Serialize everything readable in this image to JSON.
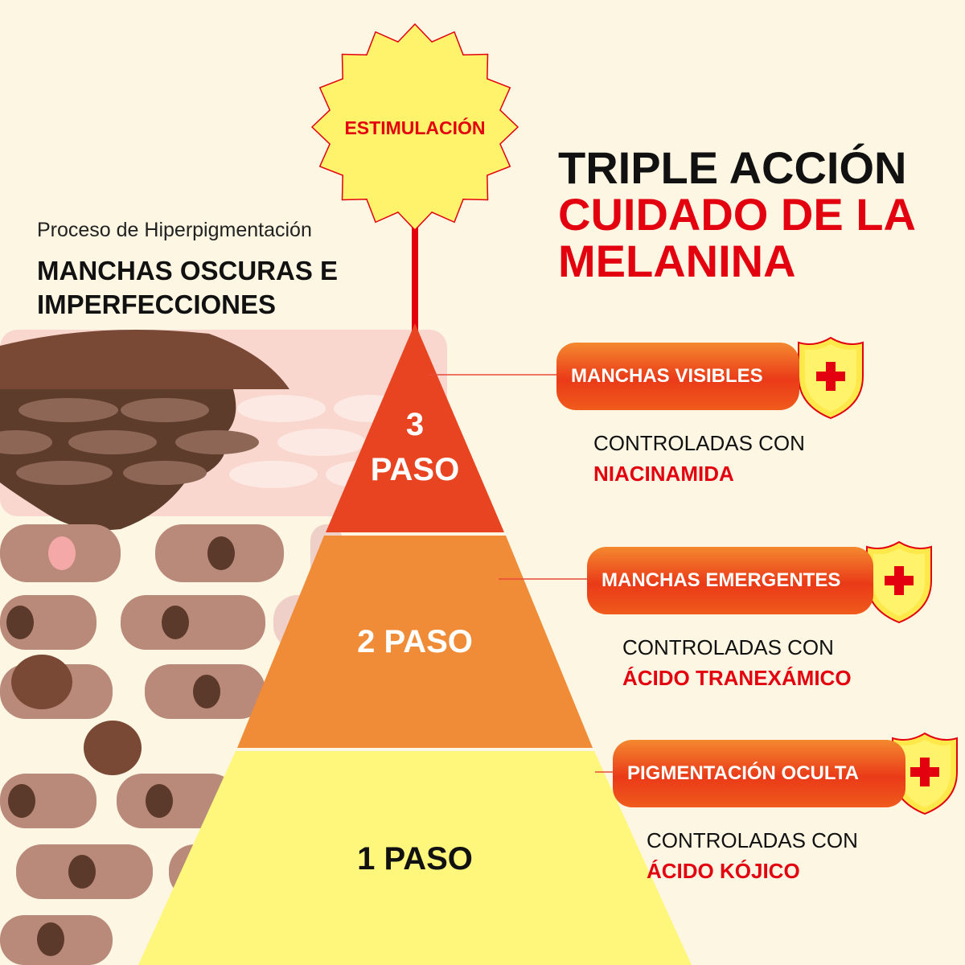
{
  "badge": {
    "label": "ESTIMULACIÓN"
  },
  "left": {
    "subtitle": "Proceso de Hiperpigmentación",
    "heading_line1": "MANCHAS OSCURAS E",
    "heading_line2": "IMPERFECCIONES"
  },
  "title": {
    "line1": "TRIPLE ACCIÓN",
    "line2": "CUIDADO DE LA",
    "line3": "MELANINA"
  },
  "pyramid": {
    "top": {
      "number": "3",
      "word": "PASO",
      "color": "#e84421"
    },
    "middle": {
      "label": "2 PASO",
      "color": "#f08b37"
    },
    "bottom": {
      "label": "1 PASO",
      "color": "#fef77c"
    }
  },
  "levels": [
    {
      "tag": "MANCHAS VISIBLES",
      "control": "CONTROLADAS CON",
      "ingredient": "NIACINAMIDA"
    },
    {
      "tag": "MANCHAS EMERGENTES",
      "control": "CONTROLADAS CON",
      "ingredient": "ÁCIDO TRANEXÁMICO"
    },
    {
      "tag": "PIGMENTACIÓN OCULTA",
      "control": "CONTROLADAS CON",
      "ingredient": "ÁCIDO KÓJICO"
    }
  ],
  "colors": {
    "background": "#fdf6e3",
    "accent_red": "#e3000f",
    "shield_yellow": "#fff36b",
    "skin_cell": "#b9897a"
  }
}
